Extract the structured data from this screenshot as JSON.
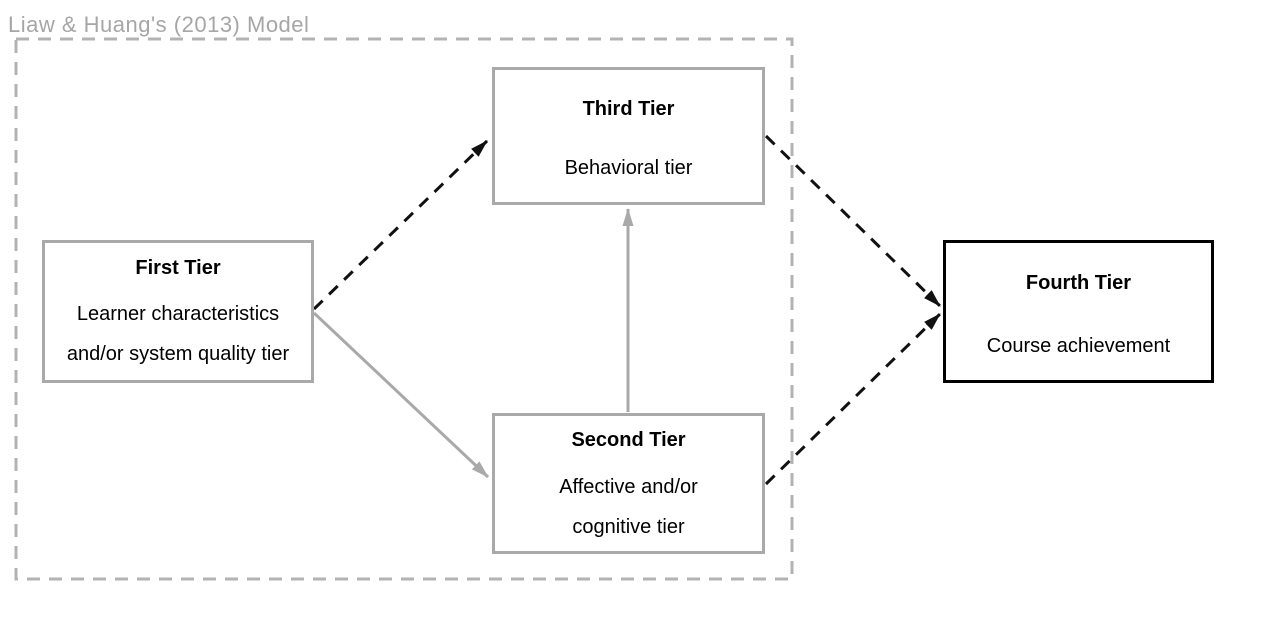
{
  "diagram": {
    "group_label": "Liaw & Huang's (2013) Model",
    "boxes": {
      "first_tier": {
        "title": "First Tier",
        "lines": [
          "Learner characteristics",
          "and/or system quality tier"
        ]
      },
      "second_tier": {
        "title": "Second Tier",
        "lines": [
          "Affective and/or",
          "cognitive tier"
        ]
      },
      "third_tier": {
        "title": "Third Tier",
        "lines": [
          "Behavioral tier"
        ]
      },
      "fourth_tier": {
        "title": "Fourth Tier",
        "lines": [
          "Course achievement"
        ]
      }
    },
    "edges": [
      {
        "from": "first_tier",
        "to": "third_tier",
        "line_style": "dashed",
        "color": "#111111"
      },
      {
        "from": "first_tier",
        "to": "second_tier",
        "line_style": "solid",
        "color": "#a9a9a9"
      },
      {
        "from": "second_tier",
        "to": "third_tier",
        "line_style": "solid",
        "color": "#a9a9a9"
      },
      {
        "from": "third_tier",
        "to": "fourth_tier",
        "line_style": "dashed",
        "color": "#111111"
      },
      {
        "from": "second_tier",
        "to": "fourth_tier",
        "line_style": "dashed",
        "color": "#111111"
      }
    ],
    "colors": {
      "gray_box_border": "#a9a9a9",
      "black_box_border": "#000000",
      "gray_arrow": "#a9a9a9",
      "black_arrow": "#111111",
      "group_outline": "#b3b3b3",
      "group_label_text": "#a6a6a6"
    }
  }
}
